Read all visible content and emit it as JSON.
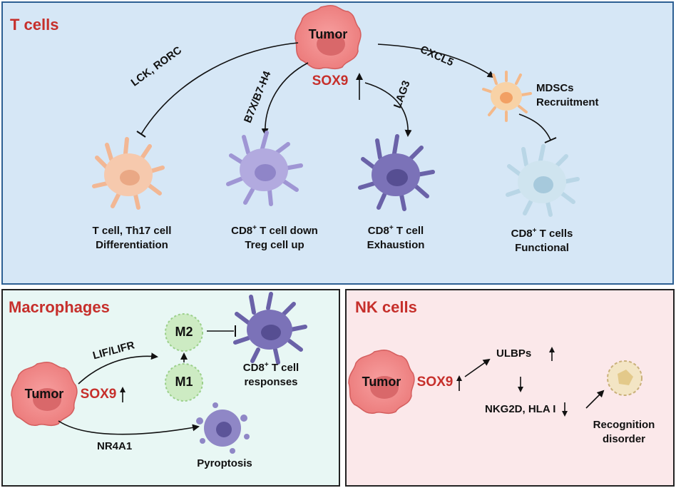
{
  "panels": {
    "t_cells": {
      "title": "T cells",
      "tumor": "Tumor",
      "sox9": "SOX9",
      "arrows": {
        "lck": "LCK, RORC",
        "b7x": "B7X/B7-H4",
        "lag3": "LAG3",
        "cxcl5": "CXCL5"
      },
      "mdscs_line1": "MDSCs",
      "mdscs_line2": "Recruitment",
      "cells": [
        {
          "line1": "T cell, Th17 cell",
          "line2": "Differentiation"
        },
        {
          "line1_pre": "CD8",
          "line1_sup": "+",
          "line1_post": " T cell down",
          "line2": "Treg cell up"
        },
        {
          "line1_pre": "CD8",
          "line1_sup": "+",
          "line1_post": " T cell",
          "line2": "Exhaustion"
        },
        {
          "line1_pre": "CD8",
          "line1_sup": "+",
          "line1_post": " T cells",
          "line2": "Functional"
        }
      ]
    },
    "macrophages": {
      "title": "Macrophages",
      "tumor": "Tumor",
      "sox9": "SOX9",
      "lif": "LIF/LIFR",
      "nr4a1": "NR4A1",
      "m1": "M1",
      "m2": "M2",
      "response_line1_pre": "CD8",
      "response_line1_sup": "+",
      "response_line1_post": " T cell",
      "response_line2": "responses",
      "pyroptosis": "Pyroptosis"
    },
    "nk_cells": {
      "title": "NK cells",
      "tumor": "Tumor",
      "sox9": "SOX9",
      "ulbps": "ULBPs",
      "nkg2d": "NKG2D, HLA I",
      "recog_line1": "Recognition",
      "recog_line2": "disorder"
    }
  },
  "colors": {
    "tumor": "#f08a8a",
    "sox9": "#c62f2b",
    "t_cell_peach": "#f6c9ad",
    "t_cell_lavender": "#b2aadf",
    "t_cell_purple": "#7b72b8",
    "mdsc": "#f8d2a6",
    "t_cell_light_blue": "#cfe4ef",
    "macrophage_green": "#cdebc3"
  },
  "icons": [
    "tumor-cell-icon",
    "t-cell-icon",
    "mdsc-icon",
    "macrophage-icon",
    "pyroptosis-cell-icon",
    "recognition-cell-icon"
  ]
}
